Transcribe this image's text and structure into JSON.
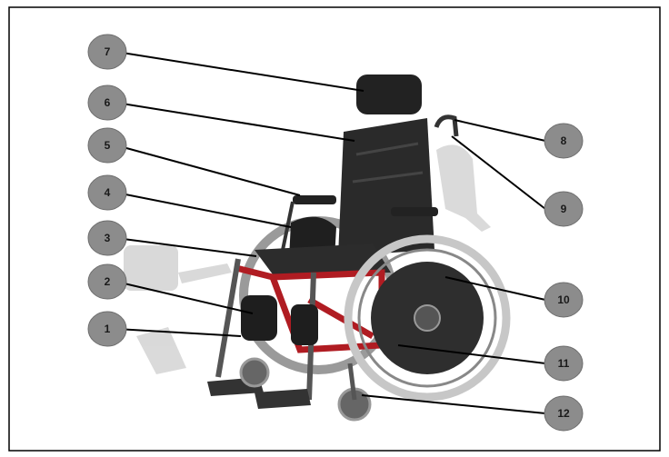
{
  "diagram": {
    "callouts": [
      {
        "number": "7"
      },
      {
        "number": "6"
      },
      {
        "number": "5"
      },
      {
        "number": "4"
      },
      {
        "number": "3"
      },
      {
        "number": "2"
      },
      {
        "number": "1"
      },
      {
        "number": "8"
      },
      {
        "number": "9"
      },
      {
        "number": "10"
      },
      {
        "number": "11"
      },
      {
        "number": "12"
      }
    ]
  },
  "colors": {
    "frame_red": "#b01c22",
    "upholstery": "#2a2a2a",
    "callout_fill": "#8c8c8c",
    "tire_gray": "#c7c7c7"
  },
  "figure": {
    "subject": "wheelchair-illustration"
  }
}
